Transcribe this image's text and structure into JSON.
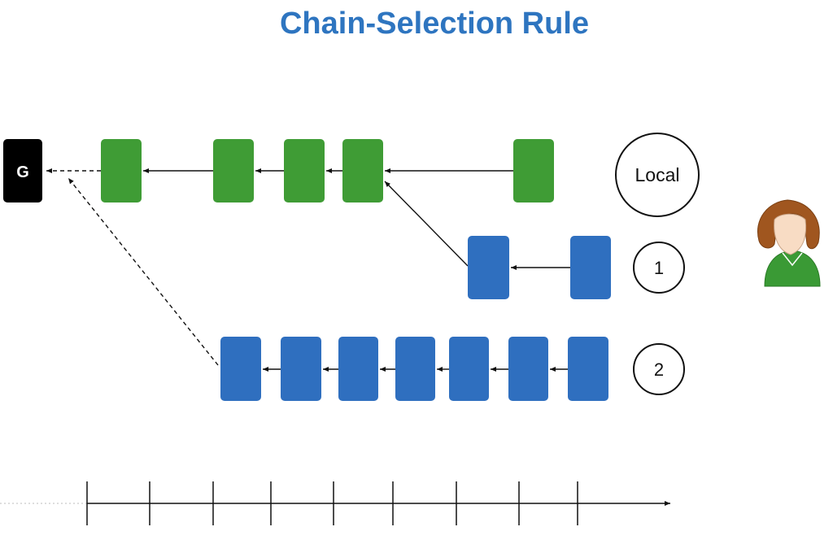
{
  "title": "Chain-Selection Rule",
  "genesis": {
    "label": "G"
  },
  "chains": [
    {
      "id": "local",
      "label": "Local",
      "color": "#3f9c35",
      "block_count": 5
    },
    {
      "id": "fork-1",
      "label": "1",
      "color": "#2f6fbf",
      "block_count": 2
    },
    {
      "id": "fork-2",
      "label": "2",
      "color": "#2f6fbf",
      "block_count": 7
    }
  ],
  "timeline": {
    "tick_count": 9
  },
  "person_icon": "person-avatar-icon",
  "colors": {
    "title": "#2e75c0",
    "genesis": "#000000",
    "green_block": "#3f9c35",
    "blue_block": "#2f6fbf",
    "hair": "#a0561f",
    "face": "#f8dcc4",
    "shirt": "#3a9a35"
  }
}
